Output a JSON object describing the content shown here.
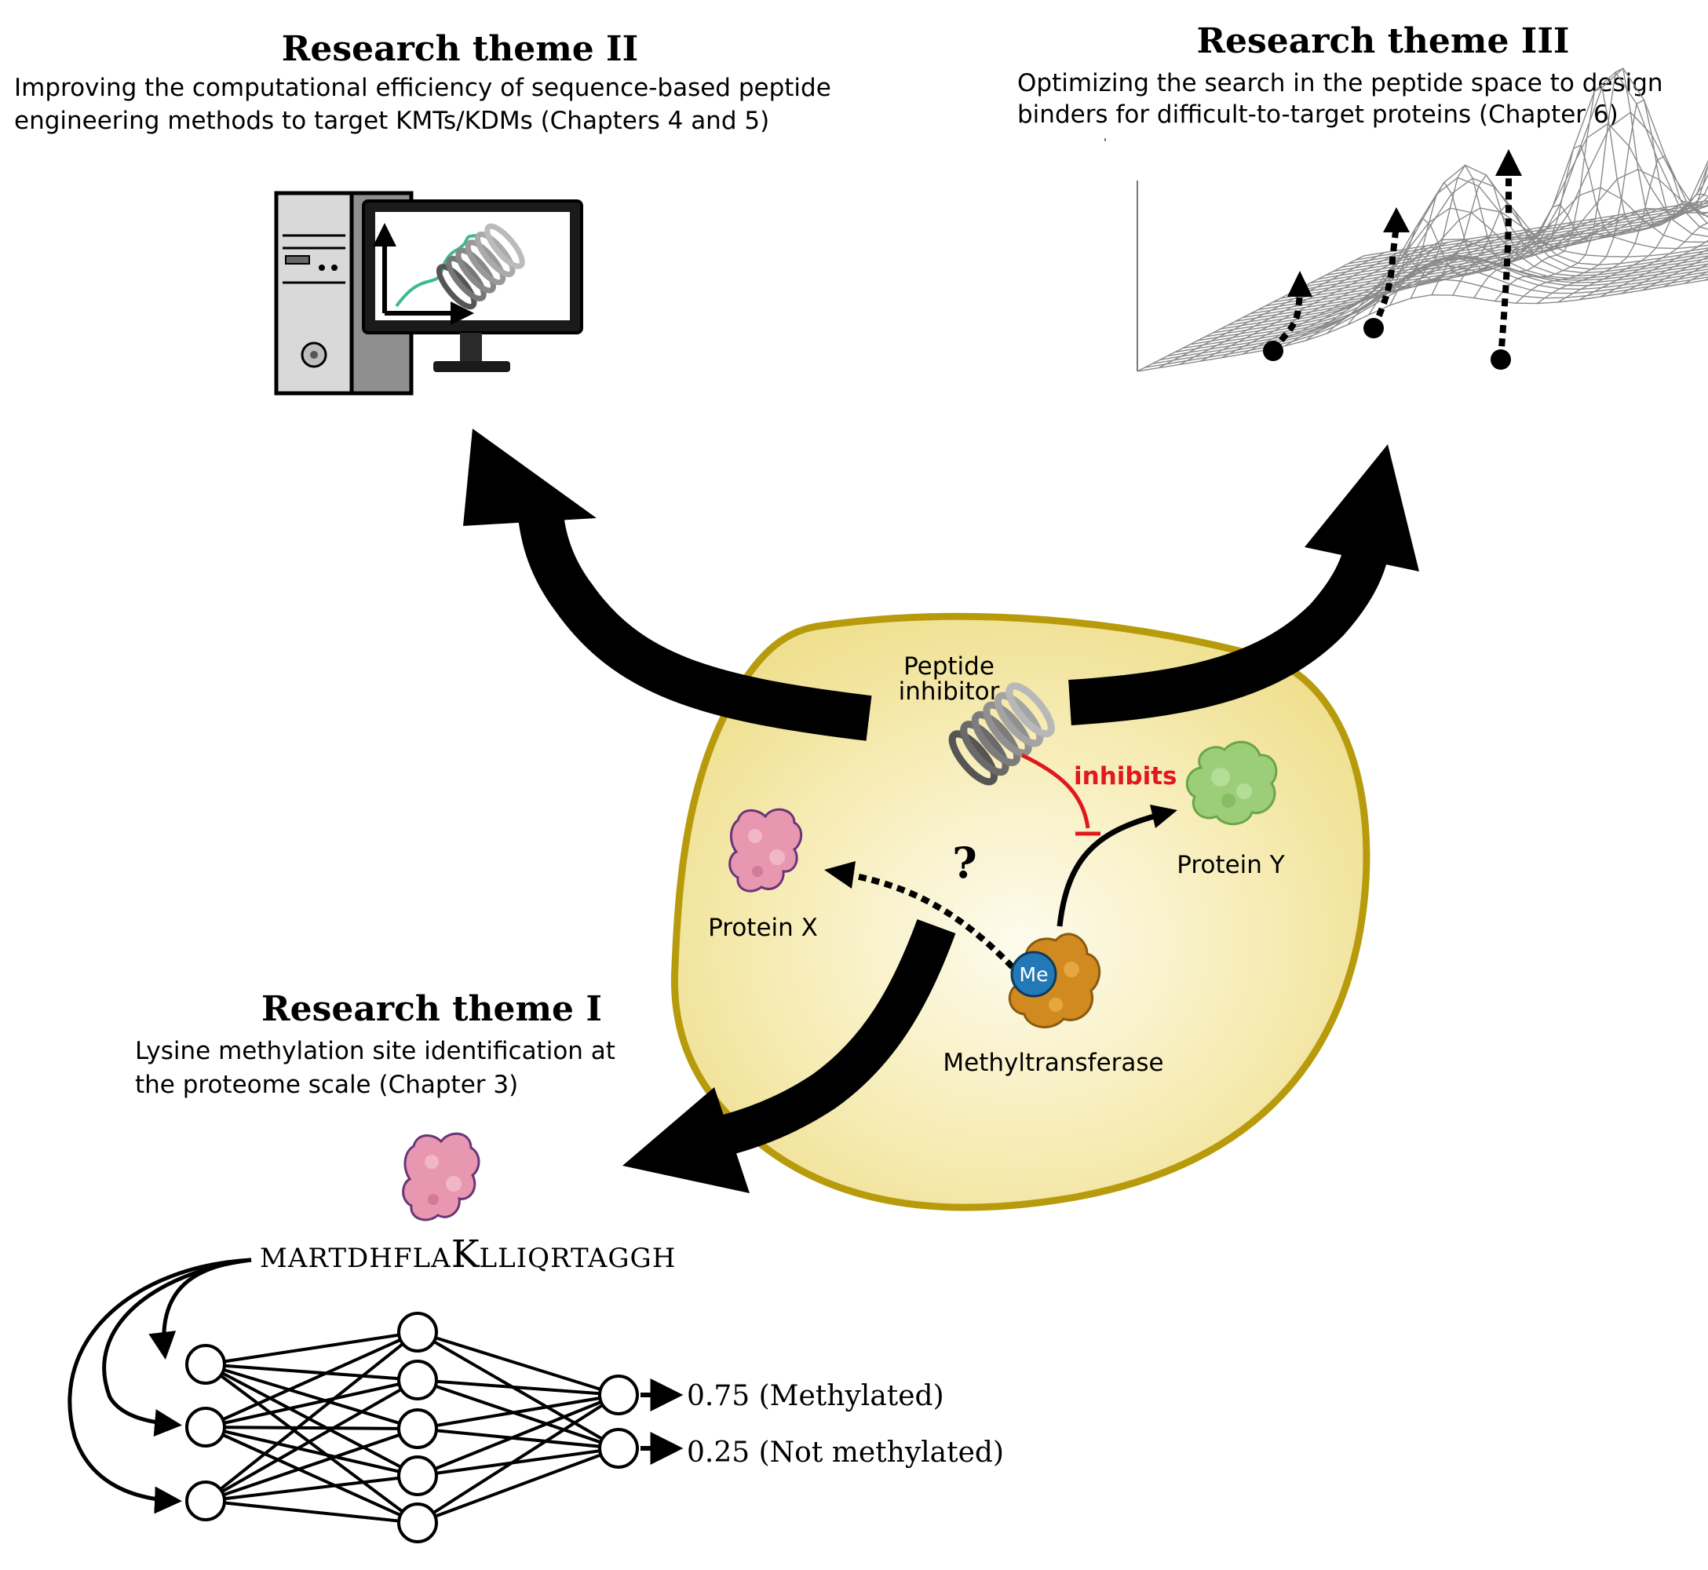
{
  "theme_ii": {
    "title": "Research theme II",
    "line1": "Improving the computational efficiency of sequence-based peptide",
    "line2": "engineering methods to target KMTs/KDMs (Chapters 4 and 5)"
  },
  "theme_iii": {
    "title": "Research theme III",
    "line1": "Optimizing the search in the peptide space to design",
    "line2": "binders for difficult-to-target proteins (Chapter 6)"
  },
  "theme_i": {
    "title": "Research theme I",
    "line1": "Lysine methylation site identification at",
    "line2": "the proteome scale (Chapter 3)"
  },
  "cell": {
    "peptide_line1": "Peptide",
    "peptide_line2": "inhibitor",
    "inhibits": "inhibits",
    "protein_y": "Protein Y",
    "protein_x": "Protein X",
    "question": "?",
    "me": "Me",
    "methyltransferase": "Methyltransferase"
  },
  "sequence": {
    "before": "MARTDHFLA",
    "site": "K",
    "after": "LLIQRTAGGH"
  },
  "outputs": [
    "0.75 (Methylated)",
    "0.25 (Not methylated)"
  ],
  "colors": {
    "cell_fill": "#f3e4a0",
    "cell_border": "#b89b0c",
    "inhibit": "#e0191e",
    "protein_x": "#e797b0",
    "protein_y": "#9cce7a",
    "methyltransferase": "#d18a20",
    "me_circle": "#2378b6",
    "curve": "#3fb993"
  }
}
